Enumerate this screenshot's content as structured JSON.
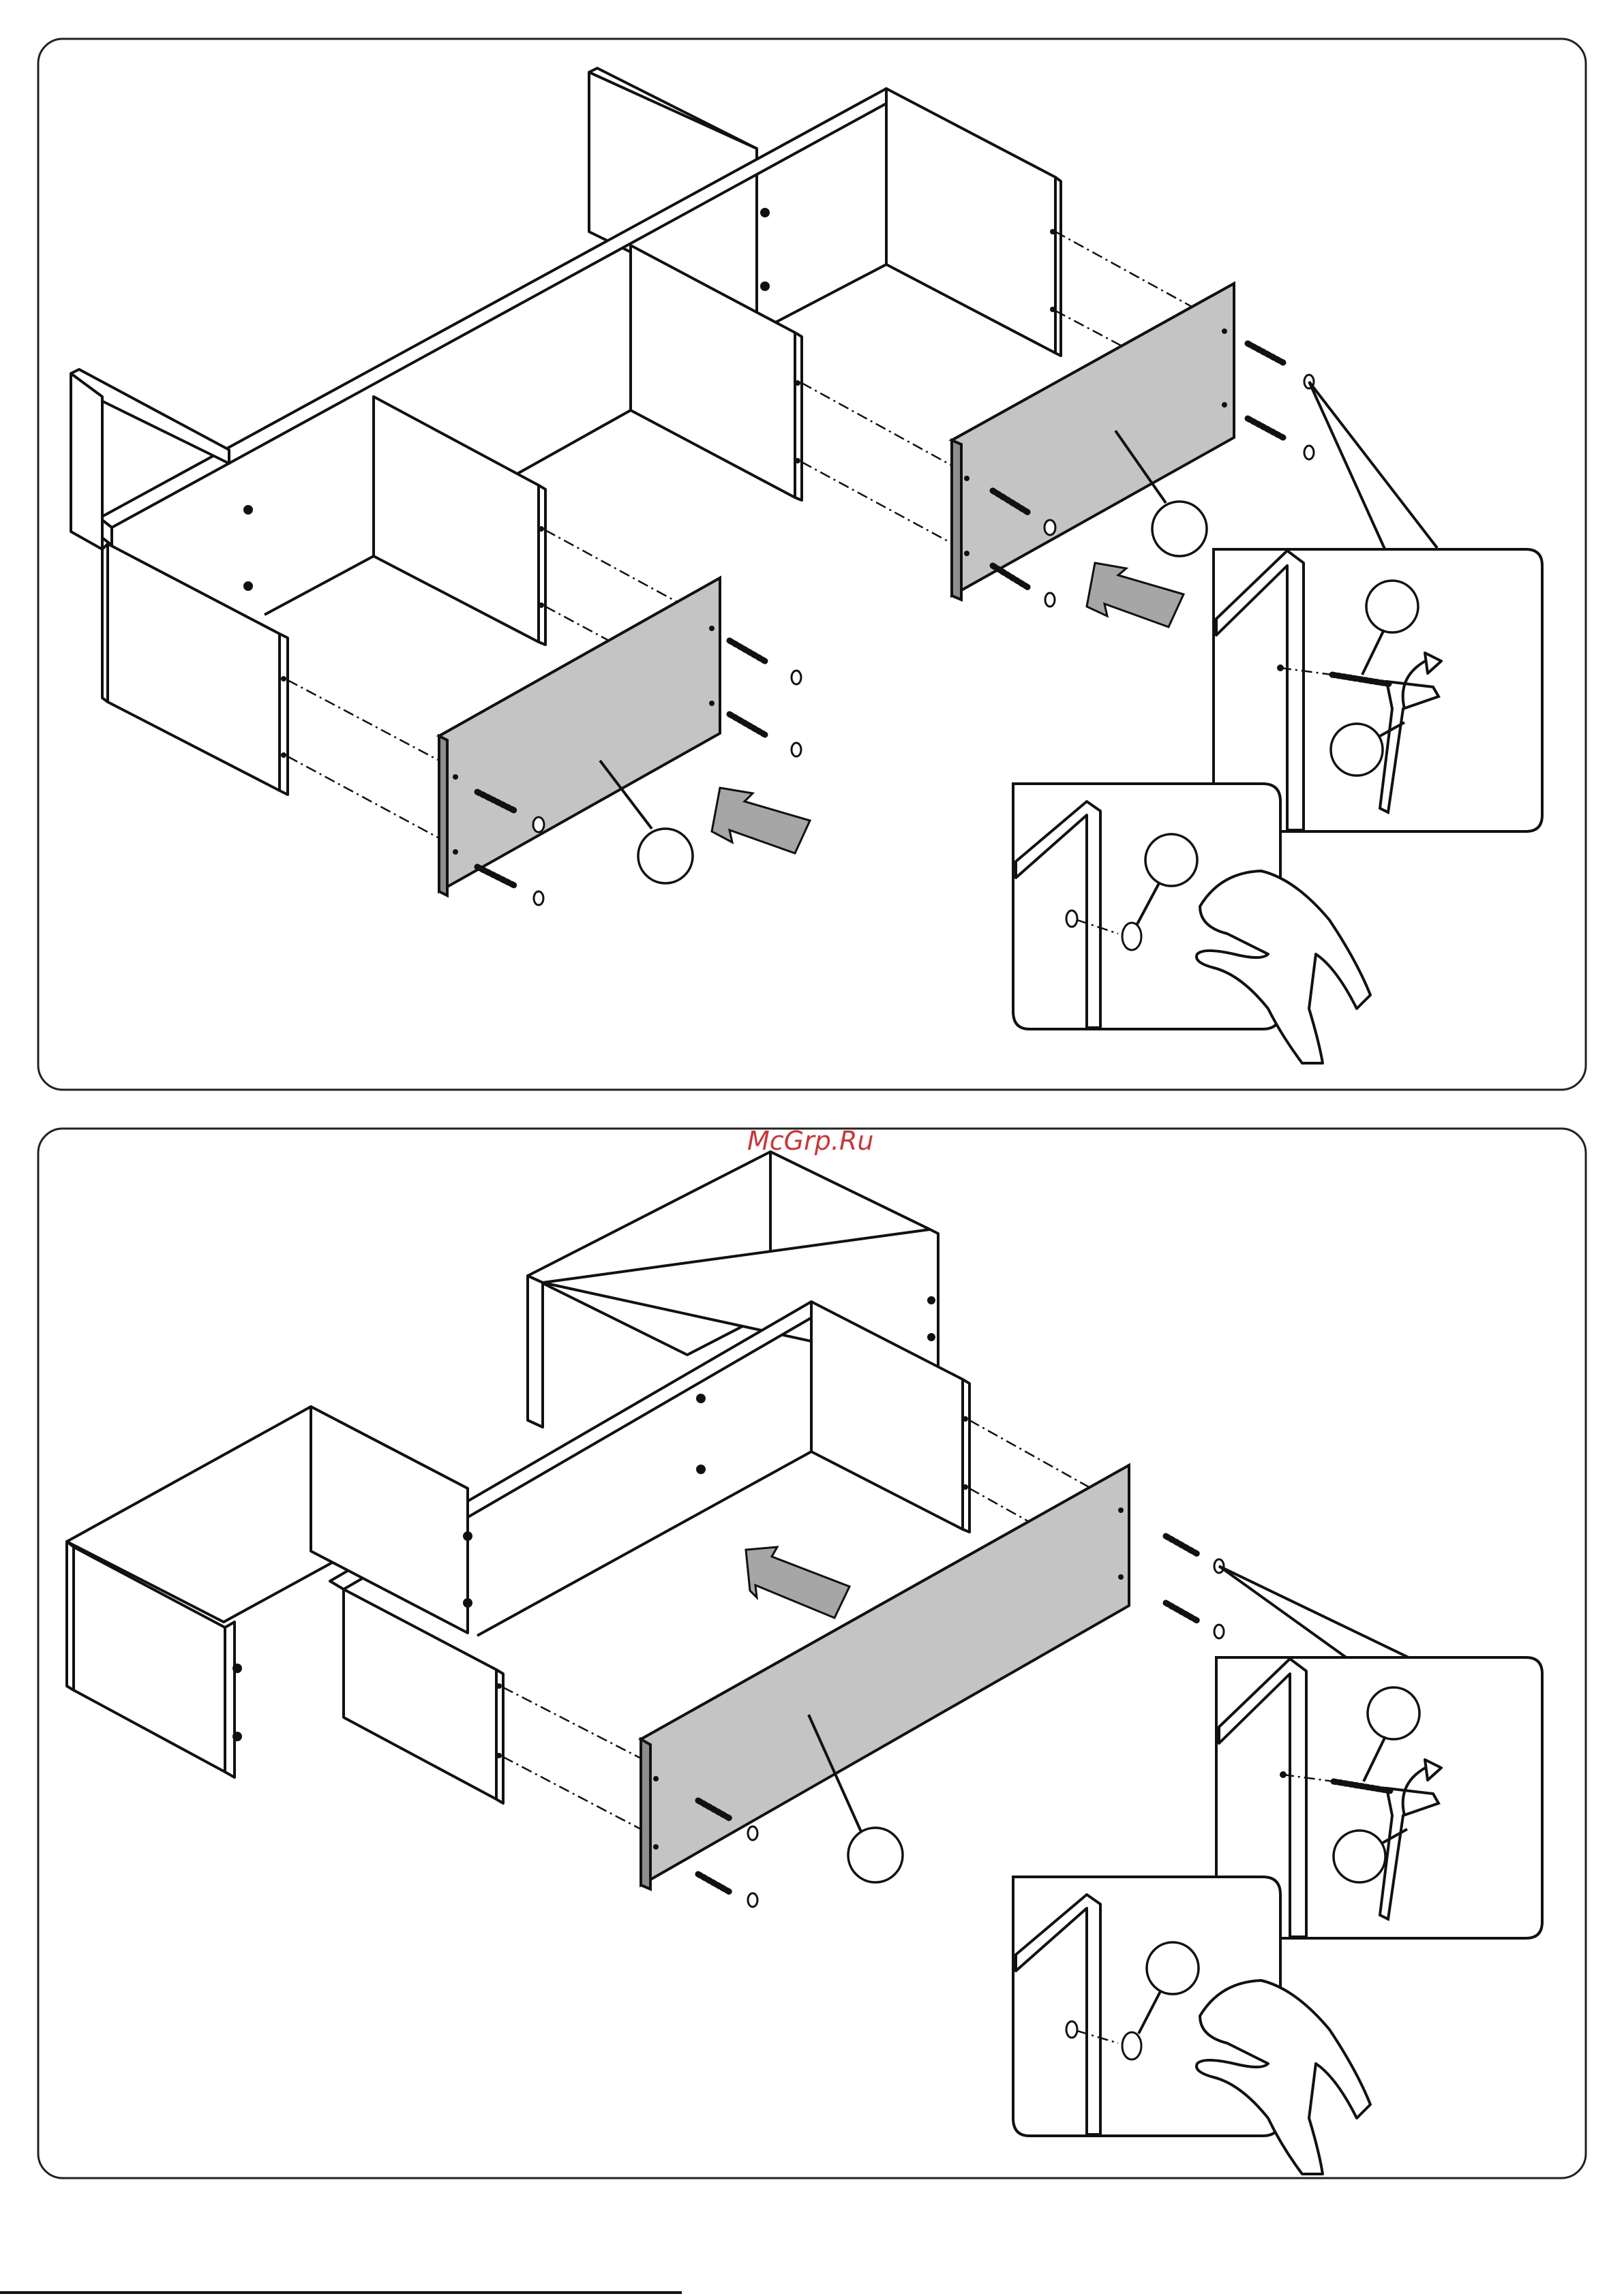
{
  "watermark": "McGrp.Ru",
  "steps": [
    {
      "panel": "step-a"
    },
    {
      "panel": "step-b"
    }
  ],
  "icons": [
    "screw-icon",
    "cam-nut-icon",
    "hex-key-icon",
    "hand-icon",
    "push-arrow-icon"
  ],
  "colors": {
    "panel_fill": "#c4c4c4",
    "line": "#111111",
    "watermark": "#c83737"
  }
}
